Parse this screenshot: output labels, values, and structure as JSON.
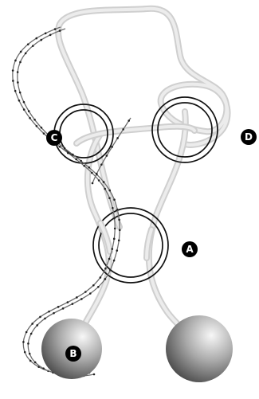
{
  "markers": {
    "a": "A",
    "b": "B",
    "c": "C",
    "d": "D"
  },
  "colors": {
    "rope": "#d6d6d6",
    "ring": "#111111",
    "ball_light": "#f2f2f2",
    "ball_dark": "#3a3a3a",
    "dotted_path": "#555555"
  }
}
